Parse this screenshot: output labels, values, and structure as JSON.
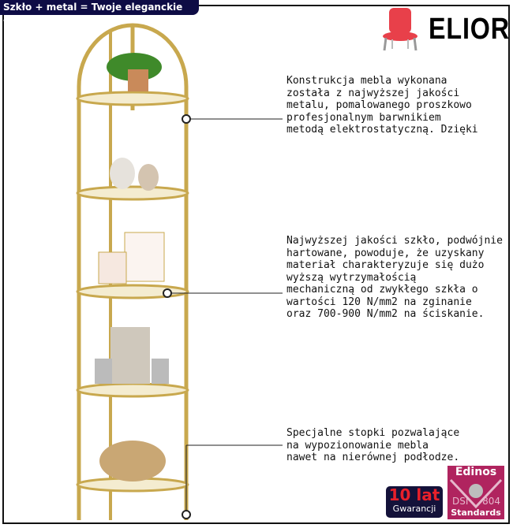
{
  "header": {
    "title": "Szkło + metal = Twoje eleganckie wnętrze!"
  },
  "brand": {
    "name": "ELIOR",
    "icon": "chair-icon",
    "color": "#e8404a"
  },
  "descriptions": [
    {
      "lines": [
        "Konstrukcja mebla wykonana",
        "została z najwyższej jakości",
        "metalu, pomalowanego proszkowo",
        "profesjonalnym barwnikiem",
        "metodą elektrostatyczną. Dzięki"
      ]
    },
    {
      "lines": [
        "Najwyższej jakości szkło, podwójnie",
        "hartowane, powoduje, że uzyskany",
        "materiał charakteryzuje się dużo",
        "wyższą wytrzymałością",
        "mechaniczną od zwykłego szkła o",
        "wartości 120 N/mm2 na zginanie",
        "oraz 700-900 N/mm2 na ściskanie."
      ]
    },
    {
      "lines": [
        "Specjalne stopki pozwalające",
        "na wypozionowanie mebla",
        "nawet na nierównej podłodze."
      ]
    }
  ],
  "badges": {
    "warranty_big": "10 lat",
    "warranty_small": "Gwarancji",
    "edinos_title": "Edinos",
    "edinos_left": "DSI",
    "edinos_right": "804",
    "edinos_bottom": "Standards"
  },
  "colors": {
    "header": "#0e0c45",
    "gold": "#c8a84e",
    "edinos": "#b0245f"
  }
}
